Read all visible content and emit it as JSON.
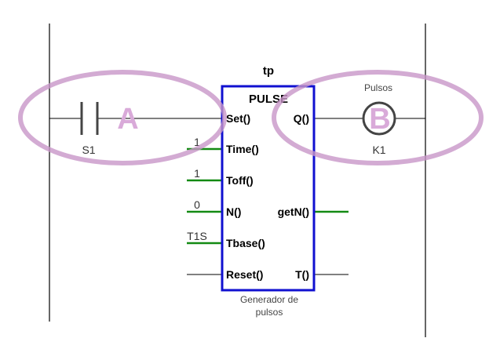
{
  "block": {
    "instance": "tp",
    "type": "PULSE",
    "caption_line1": "Generador de",
    "caption_line2": "pulsos"
  },
  "contact": {
    "name": "S1"
  },
  "coil": {
    "name": "K1",
    "label_above": "Pulsos",
    "letter": "B"
  },
  "marker_a": "A",
  "pins_left": [
    "Set()",
    "Time()",
    "Toff()",
    "N()",
    "Tbase()",
    "Reset()"
  ],
  "pins_right": [
    "Q()",
    "getN()",
    "T()"
  ],
  "input_values": {
    "time": "1",
    "toff": "1",
    "n": "0",
    "tbase": "T1S"
  },
  "colors": {
    "block_border": "#1010d0",
    "wire_green": "#138a13",
    "highlight": "#c896c8",
    "rail": "#000000"
  }
}
